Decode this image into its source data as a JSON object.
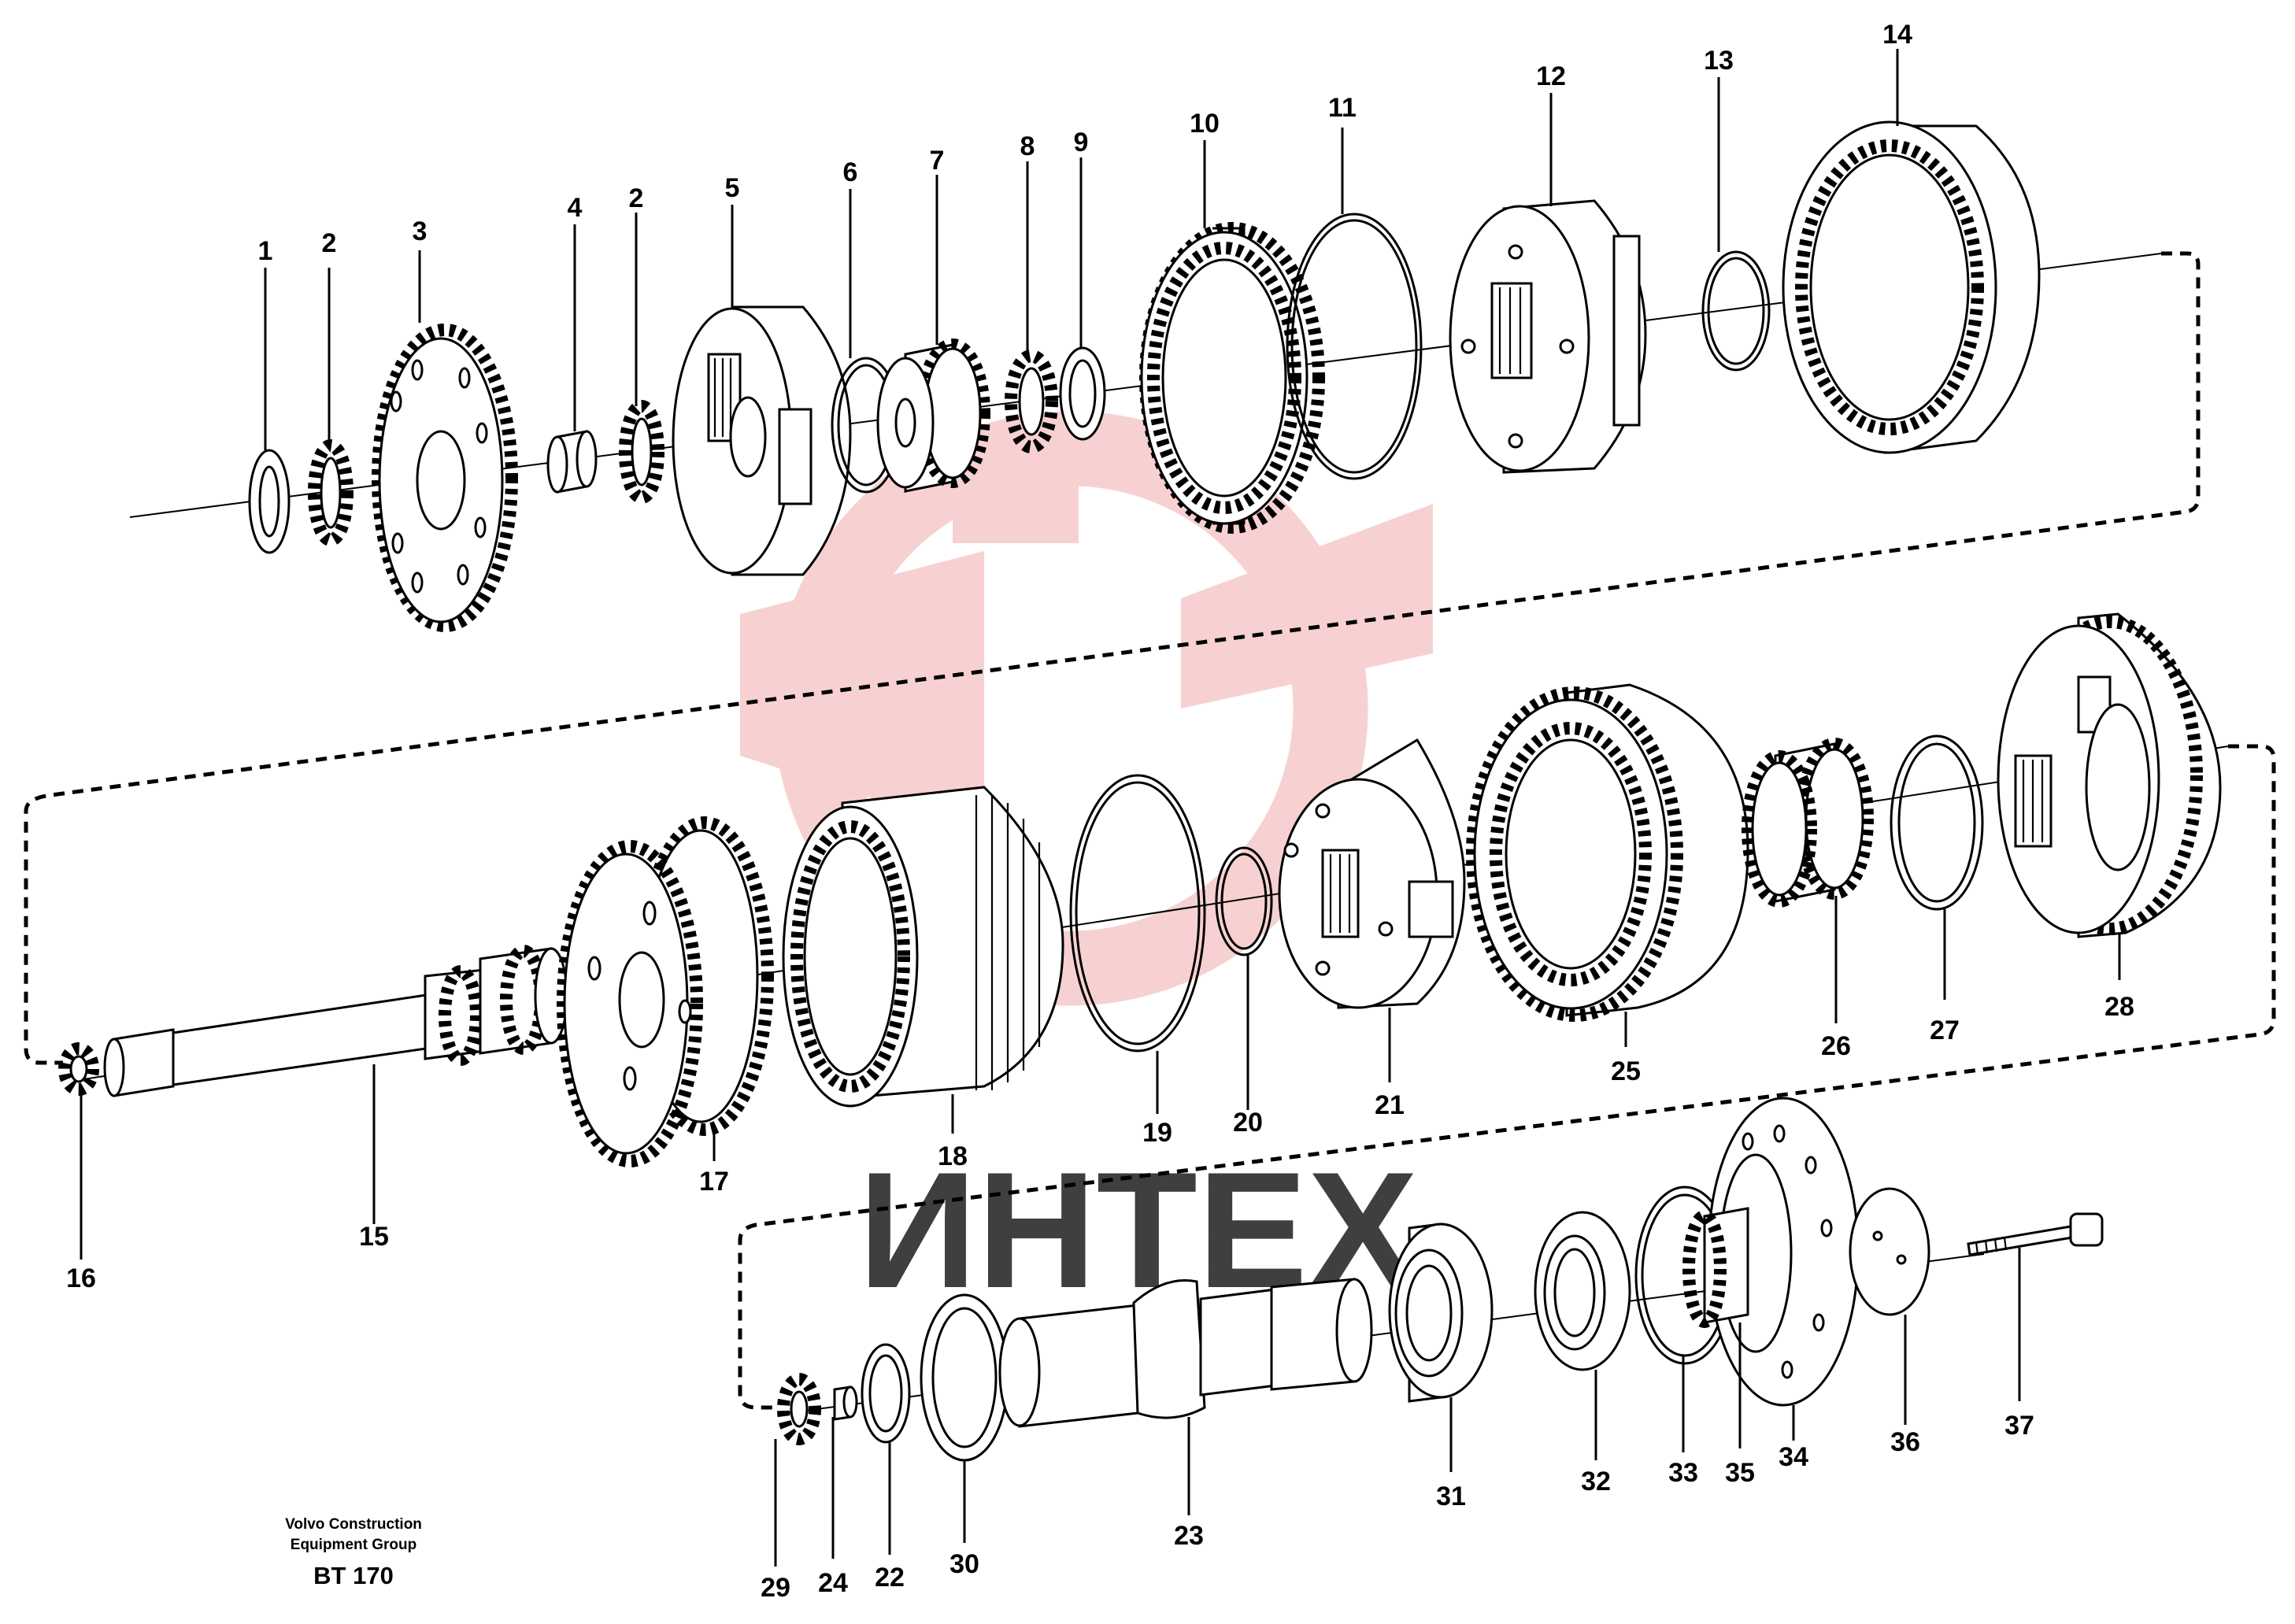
{
  "diagram": {
    "labels": [
      {
        "id": "1",
        "text": "1"
      },
      {
        "id": "2a",
        "text": "2"
      },
      {
        "id": "3",
        "text": "3"
      },
      {
        "id": "4",
        "text": "4"
      },
      {
        "id": "2b",
        "text": "2"
      },
      {
        "id": "5",
        "text": "5"
      },
      {
        "id": "6",
        "text": "6"
      },
      {
        "id": "7",
        "text": "7"
      },
      {
        "id": "8",
        "text": "8"
      },
      {
        "id": "9",
        "text": "9"
      },
      {
        "id": "10",
        "text": "10"
      },
      {
        "id": "11",
        "text": "11"
      },
      {
        "id": "12",
        "text": "12"
      },
      {
        "id": "13",
        "text": "13"
      },
      {
        "id": "14",
        "text": "14"
      },
      {
        "id": "15",
        "text": "15"
      },
      {
        "id": "16",
        "text": "16"
      },
      {
        "id": "17",
        "text": "17"
      },
      {
        "id": "18",
        "text": "18"
      },
      {
        "id": "19",
        "text": "19"
      },
      {
        "id": "20",
        "text": "20"
      },
      {
        "id": "21",
        "text": "21"
      },
      {
        "id": "25",
        "text": "25"
      },
      {
        "id": "26",
        "text": "26"
      },
      {
        "id": "27",
        "text": "27"
      },
      {
        "id": "28",
        "text": "28"
      },
      {
        "id": "29",
        "text": "29"
      },
      {
        "id": "24",
        "text": "24"
      },
      {
        "id": "22",
        "text": "22"
      },
      {
        "id": "30",
        "text": "30"
      },
      {
        "id": "23",
        "text": "23"
      },
      {
        "id": "31",
        "text": "31"
      },
      {
        "id": "32",
        "text": "32"
      },
      {
        "id": "33",
        "text": "33"
      },
      {
        "id": "35",
        "text": "35"
      },
      {
        "id": "34",
        "text": "34"
      },
      {
        "id": "36",
        "text": "36"
      },
      {
        "id": "37",
        "text": "37"
      }
    ]
  },
  "watermark": {
    "text": "ИНТЕХ",
    "color": "#f2b3b3"
  },
  "footer": {
    "company_line1": "Volvo Construction",
    "company_line2": "Equipment Group",
    "code": "BT 170"
  }
}
